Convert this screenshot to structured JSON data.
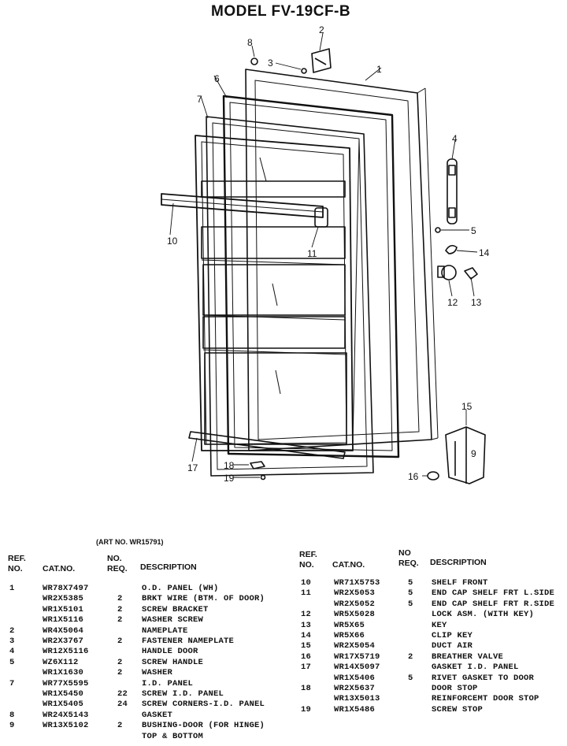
{
  "title": "MODEL FV-19CF-B",
  "art_no": "(ART NO. WR15791)",
  "callouts": [
    "1",
    "2",
    "3",
    "4",
    "5",
    "6",
    "7",
    "8",
    "9",
    "10",
    "11",
    "12",
    "13",
    "14",
    "15",
    "16",
    "17",
    "18",
    "19"
  ],
  "left_headers": {
    "ref_top": "REF.",
    "ref_bottom": "NO.",
    "cat": "CAT.NO.",
    "no_top": "NO.",
    "no_bottom": "REQ.",
    "desc": "DESCRIPTION"
  },
  "right_headers": {
    "ref_top": "REF.",
    "ref_bottom": "NO.",
    "cat": "CAT.NO.",
    "no_top": "NO",
    "no_bottom": "REQ.",
    "desc": "DESCRIPTION"
  },
  "left_rows": [
    {
      "ref": "1",
      "cat": "WR78X7497",
      "req": "",
      "desc": "O.D. PANEL (WH)"
    },
    {
      "ref": "",
      "cat": "WR2X5385",
      "req": "2",
      "desc": "BRKT WIRE (BTM. OF DOOR)"
    },
    {
      "ref": "",
      "cat": "WR1X5101",
      "req": "2",
      "desc": "SCREW BRACKET"
    },
    {
      "ref": "",
      "cat": "WR1X5116",
      "req": "2",
      "desc": "WASHER SCREW"
    },
    {
      "ref": "2",
      "cat": "WR4X5064",
      "req": "",
      "desc": "NAMEPLATE"
    },
    {
      "ref": "3",
      "cat": "WR2X3767",
      "req": "2",
      "desc": "FASTENER NAMEPLATE"
    },
    {
      "ref": "4",
      "cat": "WR12X5116",
      "req": "",
      "desc": "HANDLE DOOR"
    },
    {
      "ref": "5",
      "cat": "WZ6X112",
      "req": "2",
      "desc": "SCREW HANDLE"
    },
    {
      "ref": "",
      "cat": "WR1X1630",
      "req": "2",
      "desc": "WASHER"
    },
    {
      "ref": "7",
      "cat": "WR77X5595",
      "req": "",
      "desc": "I.D. PANEL"
    },
    {
      "ref": "",
      "cat": "WR1X5450",
      "req": "22",
      "desc": "SCREW I.D. PANEL"
    },
    {
      "ref": "",
      "cat": "WR1X5405",
      "req": "24",
      "desc": "SCREW CORNERS-I.D. PANEL"
    },
    {
      "ref": "8",
      "cat": "WR24X5143",
      "req": "",
      "desc": "GASKET"
    },
    {
      "ref": "9",
      "cat": "WR13X5102",
      "req": "2",
      "desc": "BUSHING-DOOR (FOR HINGE)"
    },
    {
      "ref": "",
      "cat": "",
      "req": "",
      "desc": "TOP & BOTTOM"
    }
  ],
  "right_rows": [
    {
      "ref": "10",
      "cat": "WR71X5753",
      "req": "5",
      "desc": "SHELF FRONT"
    },
    {
      "ref": "11",
      "cat": "WR2X5053",
      "req": "5",
      "desc": "END CAP SHELF FRT L.SIDE"
    },
    {
      "ref": "",
      "cat": "WR2X5052",
      "req": "5",
      "desc": "END CAP SHELF FRT R.SIDE"
    },
    {
      "ref": "12",
      "cat": "WR5X5028",
      "req": "",
      "desc": "LOCK ASM. (WITH KEY)"
    },
    {
      "ref": "13",
      "cat": "WR5X65",
      "req": "",
      "desc": "KEY"
    },
    {
      "ref": "14",
      "cat": "WR5X66",
      "req": "",
      "desc": "CLIP KEY"
    },
    {
      "ref": "15",
      "cat": "WR2X5054",
      "req": "",
      "desc": "DUCT AIR"
    },
    {
      "ref": "16",
      "cat": "WR17X5719",
      "req": "2",
      "desc": "BREATHER VALVE"
    },
    {
      "ref": "17",
      "cat": "WR14X5097",
      "req": "",
      "desc": "GASKET I.D. PANEL"
    },
    {
      "ref": "",
      "cat": "WR1X5406",
      "req": "5",
      "desc": "RIVET GASKET TO DOOR"
    },
    {
      "ref": "18",
      "cat": "WR2X5637",
      "req": "",
      "desc": "DOOR STOP"
    },
    {
      "ref": "",
      "cat": "WR13X5013",
      "req": "",
      "desc": "REINFORCEMT DOOR STOP"
    },
    {
      "ref": "19",
      "cat": "WR1X5486",
      "req": "",
      "desc": "SCREW STOP"
    }
  ]
}
